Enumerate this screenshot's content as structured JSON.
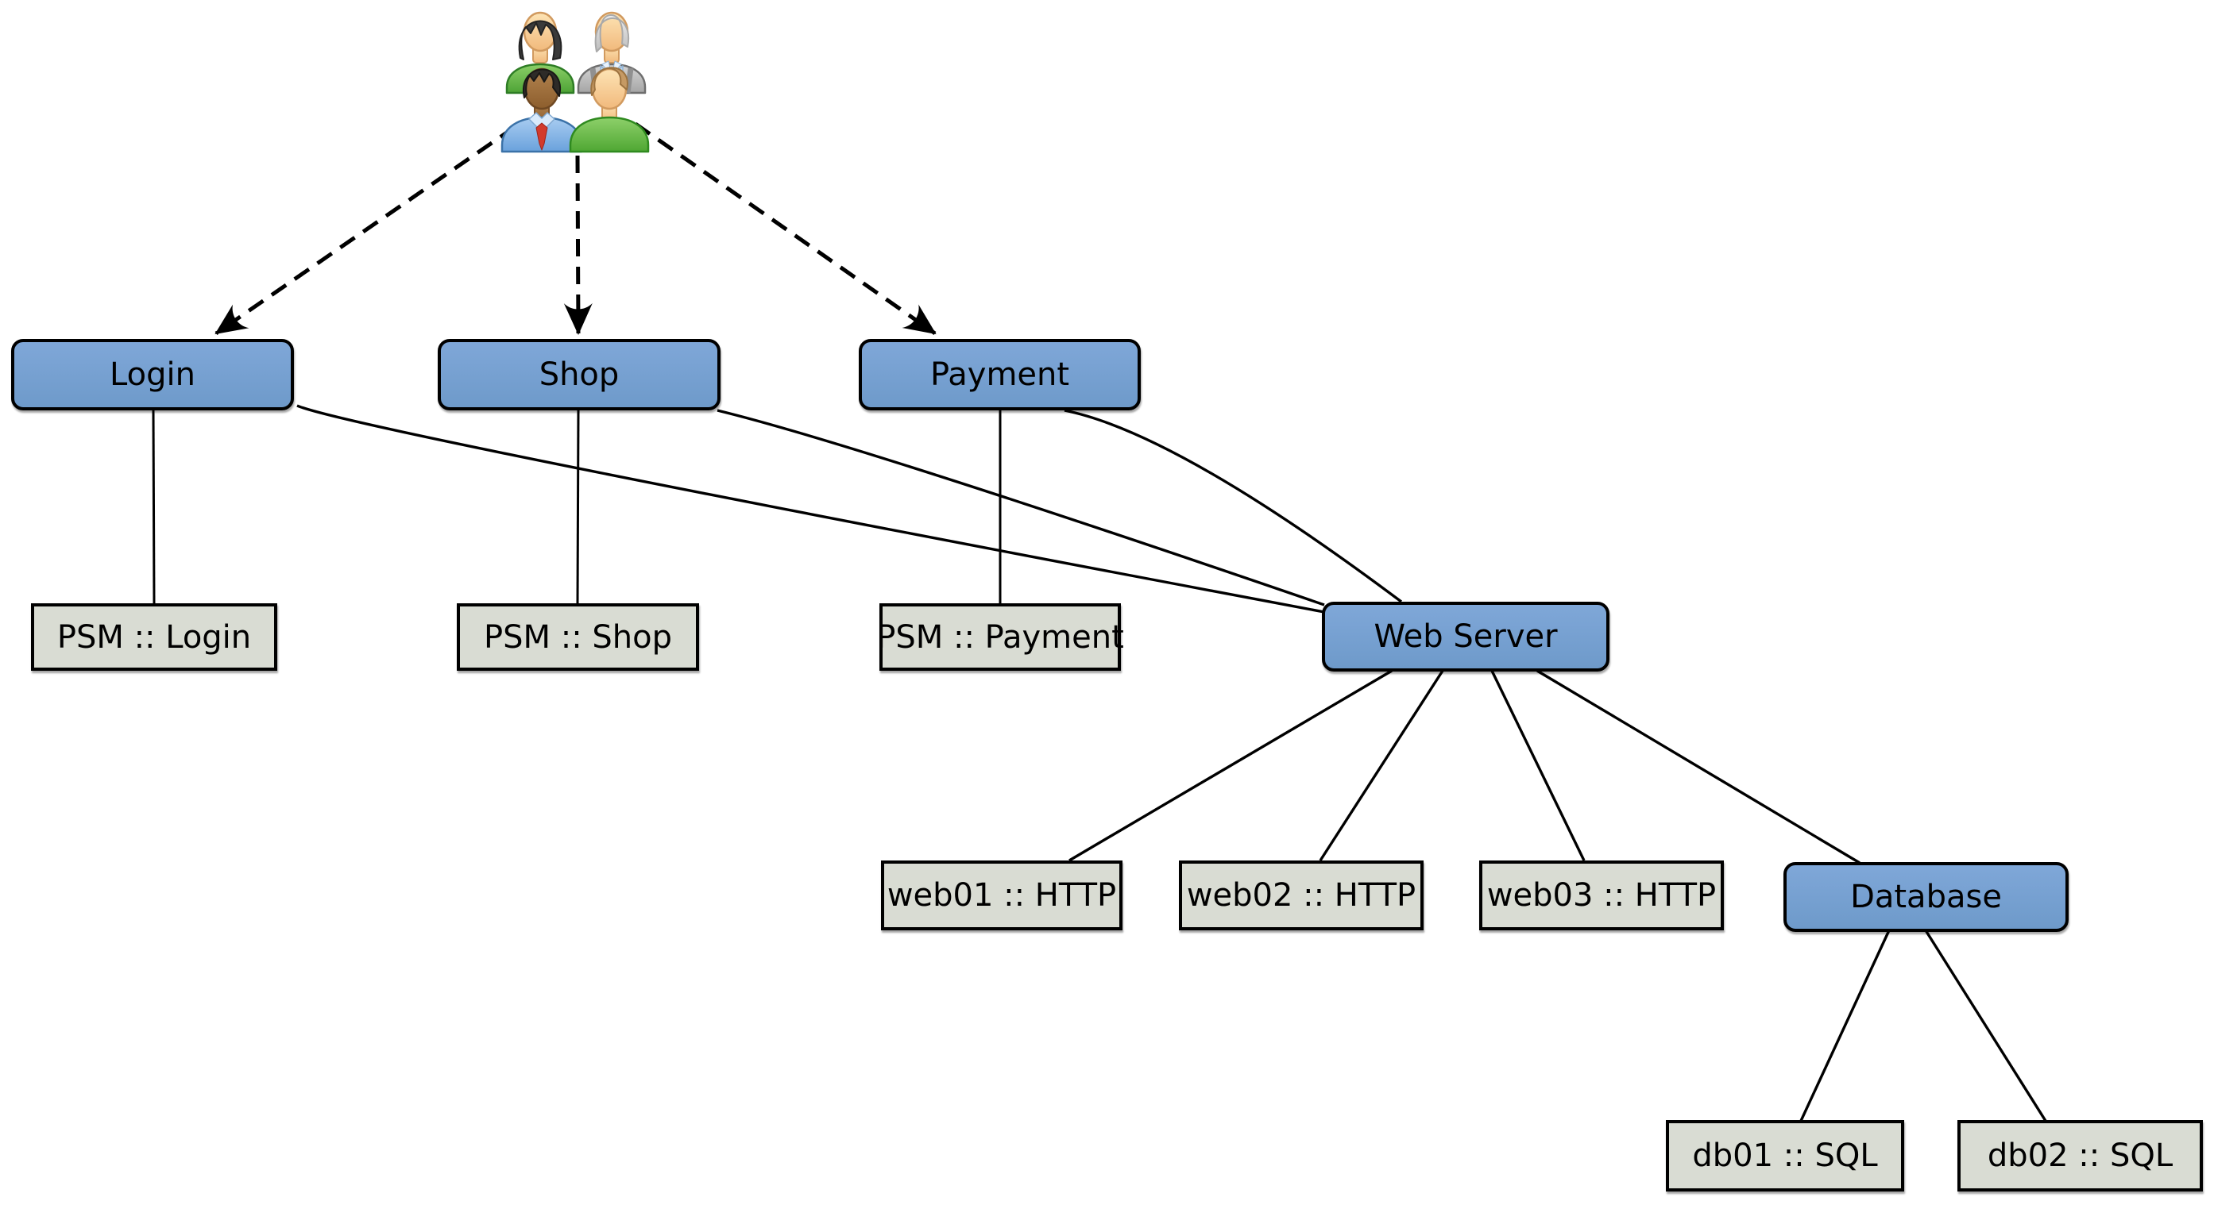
{
  "diagram": {
    "background": "#ffffff",
    "icon": {
      "name": "users-group-icon",
      "description": "group of four users"
    },
    "colors": {
      "process_node_fill": "#7aa3d4",
      "host_node_fill": "#d9dcd3",
      "node_border": "#000000",
      "edge": "#000000"
    },
    "nodes": {
      "login": {
        "label": "Login",
        "type": "process"
      },
      "shop": {
        "label": "Shop",
        "type": "process"
      },
      "payment": {
        "label": "Payment",
        "type": "process"
      },
      "web_server": {
        "label": "Web Server",
        "type": "process"
      },
      "database": {
        "label": "Database",
        "type": "process"
      },
      "psm_login": {
        "label": "PSM :: Login",
        "type": "service"
      },
      "psm_shop": {
        "label": "PSM :: Shop",
        "type": "service"
      },
      "psm_payment": {
        "label": "PSM :: Payment",
        "type": "service"
      },
      "web01": {
        "label": "web01 :: HTTP",
        "type": "service"
      },
      "web02": {
        "label": "web02 :: HTTP",
        "type": "service"
      },
      "web03": {
        "label": "web03 :: HTTP",
        "type": "service"
      },
      "db01": {
        "label": "db01 :: SQL",
        "type": "service"
      },
      "db02": {
        "label": "db02 :: SQL",
        "type": "service"
      }
    },
    "edges": [
      {
        "from": "users",
        "to": "login",
        "style": "dashed-arrow"
      },
      {
        "from": "users",
        "to": "shop",
        "style": "dashed-arrow"
      },
      {
        "from": "users",
        "to": "payment",
        "style": "dashed-arrow"
      },
      {
        "from": "login",
        "to": "psm_login",
        "style": "solid"
      },
      {
        "from": "shop",
        "to": "psm_shop",
        "style": "solid"
      },
      {
        "from": "payment",
        "to": "psm_payment",
        "style": "solid"
      },
      {
        "from": "login",
        "to": "web_server",
        "style": "solid"
      },
      {
        "from": "shop",
        "to": "web_server",
        "style": "solid"
      },
      {
        "from": "payment",
        "to": "web_server",
        "style": "solid"
      },
      {
        "from": "web_server",
        "to": "web01",
        "style": "solid"
      },
      {
        "from": "web_server",
        "to": "web02",
        "style": "solid"
      },
      {
        "from": "web_server",
        "to": "web03",
        "style": "solid"
      },
      {
        "from": "web_server",
        "to": "database",
        "style": "solid"
      },
      {
        "from": "database",
        "to": "db01",
        "style": "solid"
      },
      {
        "from": "database",
        "to": "db02",
        "style": "solid"
      }
    ]
  }
}
